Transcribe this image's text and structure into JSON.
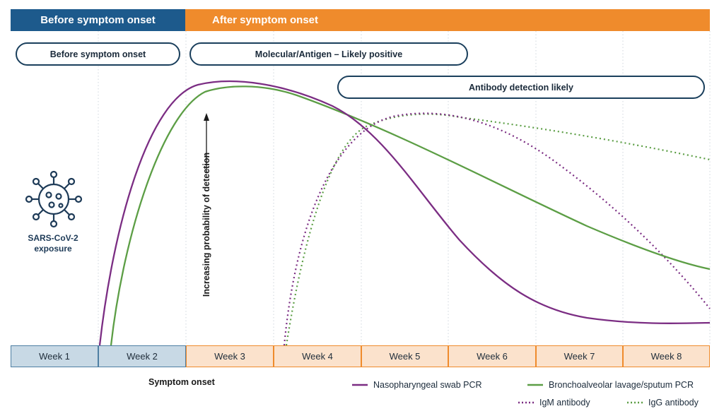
{
  "header": {
    "before_label": "Before symptom onset",
    "after_label": "After symptom onset",
    "colors": {
      "before": "#1d5a8c",
      "after": "#ef8b2c"
    }
  },
  "phases": {
    "before": "Before symptom onset",
    "molecular": "Molecular/Antigen – Likely positive",
    "antibody": "Antibody detection likely"
  },
  "exposure": {
    "icon": "virus-icon",
    "line1": "SARS-CoV-2",
    "line2": "exposure"
  },
  "y_axis_label": "Increasing probability of detection",
  "x_axis": {
    "weeks": [
      "Week 1",
      "Week 2",
      "Week 3",
      "Week 4",
      "Week 5",
      "Week 6",
      "Week 7",
      "Week 8"
    ],
    "before_count": 2,
    "marker_label": "Symptom onset"
  },
  "legend": [
    {
      "label": "Nasopharyngeal swab PCR",
      "color": "#7b2d83",
      "style": "solid"
    },
    {
      "label": "Bronchoalveolar lavage/sputum PCR",
      "color": "#5c9e45",
      "style": "solid"
    },
    {
      "label": "IgM antibody",
      "color": "#7b2d83",
      "style": "dotted"
    },
    {
      "label": "IgG antibody",
      "color": "#5c9e45",
      "style": "dotted"
    }
  ]
}
